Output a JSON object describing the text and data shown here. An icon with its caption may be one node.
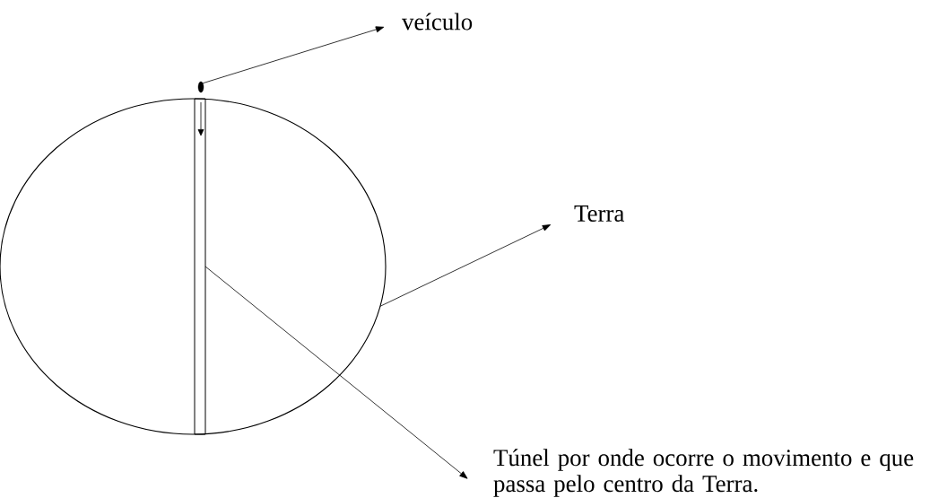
{
  "diagram": {
    "nodes": [
      {
        "text": [
          "veículo"
        ]
      },
      {
        "text": [],
        "shape": "circle"
      },
      {
        "text": [
          "Terra"
        ]
      },
      {
        "text": [],
        "shape": "circle"
      },
      {
        "text": [
          "Túnel por onde ocorre o movimento e que passa pelo centro da Terra."
        ]
      },
      {
        "text": [],
        "shape": "bar",
        "in": 3
      }
    ],
    "edges": [
      {
        "from": 1,
        "to": 0,
        "arrow": "to"
      },
      {
        "from": 3,
        "to": 2,
        "arrow": "to"
      },
      {
        "from": 5,
        "to": 4,
        "arrow": "to"
      }
    ]
  }
}
